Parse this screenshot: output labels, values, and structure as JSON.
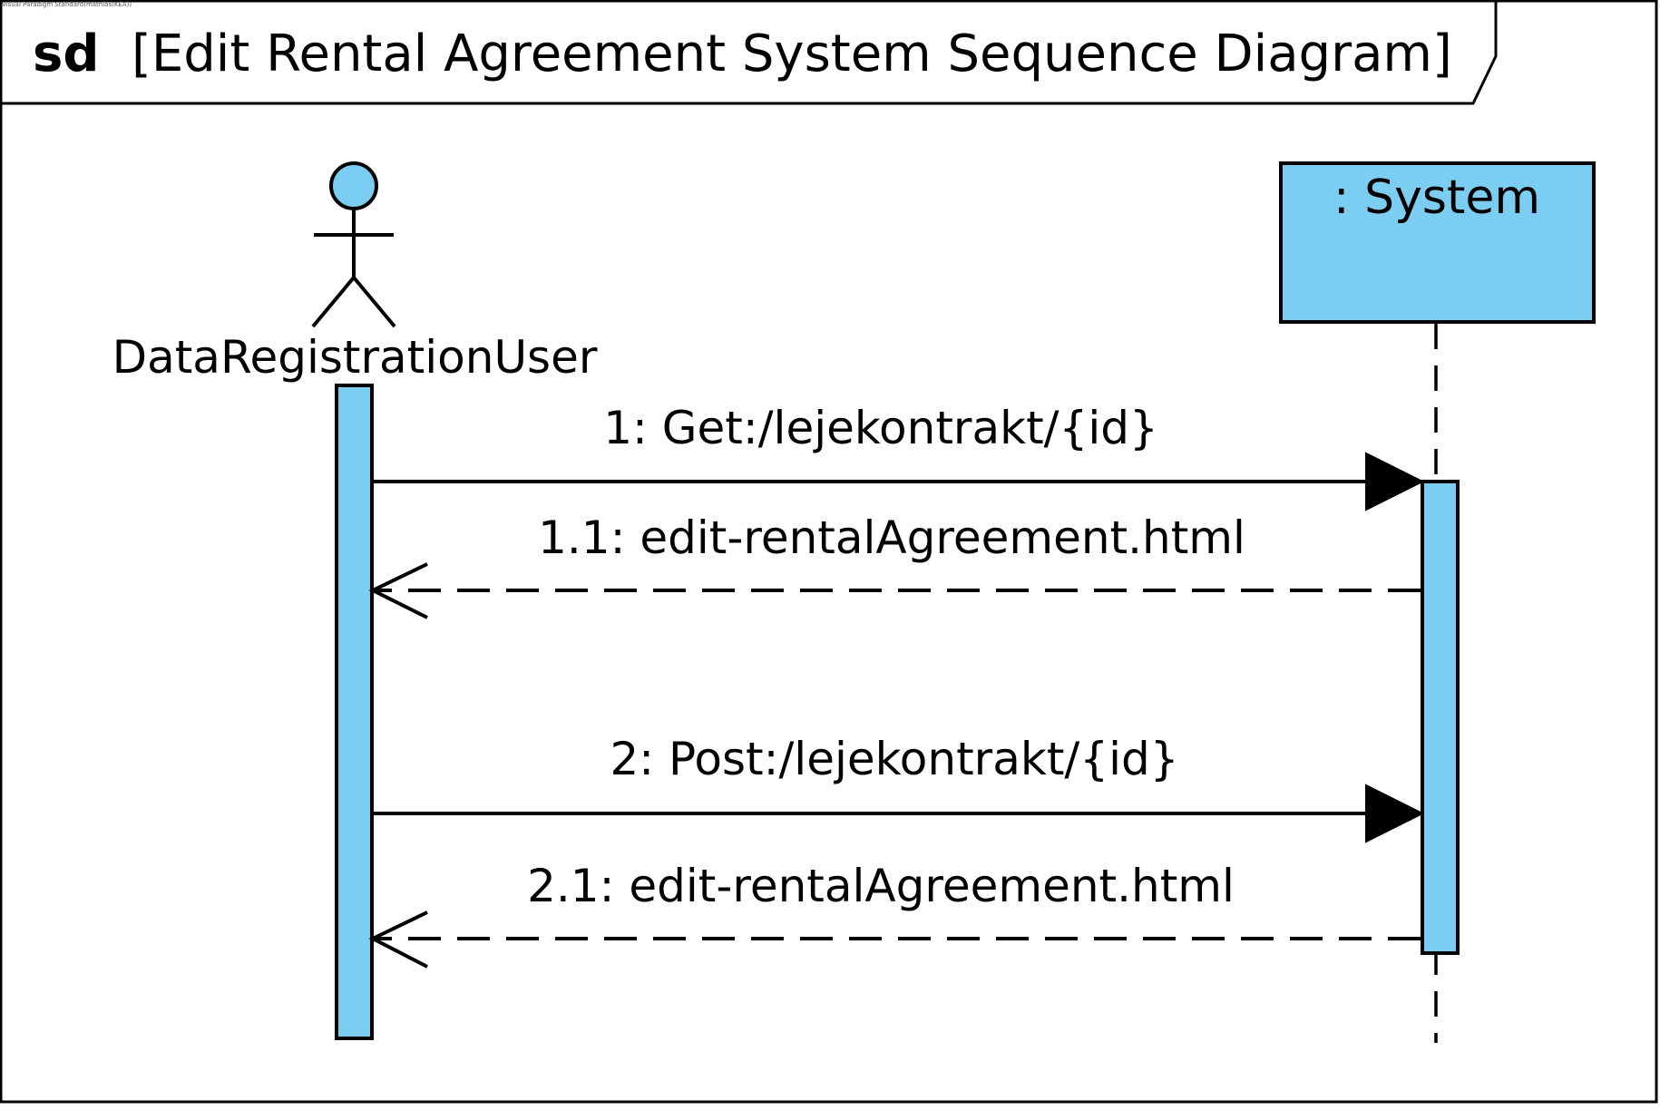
{
  "watermark": "Visual Paradigm Standard(mathias(KEA))",
  "frame": {
    "keyword": "sd",
    "title": "[Edit Rental Agreement System Sequence Diagram]"
  },
  "actor": {
    "name": "DataRegistrationUser"
  },
  "lifeline_system": {
    "name": ": System"
  },
  "messages": [
    {
      "label": "1: Get:/lejekontrakt/{id}",
      "kind": "synchronous"
    },
    {
      "label": "1.1: edit-rentalAgreement.html",
      "kind": "reply"
    },
    {
      "label": "2: Post:/lejekontrakt/{id}",
      "kind": "synchronous"
    },
    {
      "label": "2.1: edit-rentalAgreement.html",
      "kind": "reply"
    }
  ],
  "colors": {
    "fill": "#7ccdf2",
    "stroke": "#000000",
    "background": "#ffffff"
  }
}
